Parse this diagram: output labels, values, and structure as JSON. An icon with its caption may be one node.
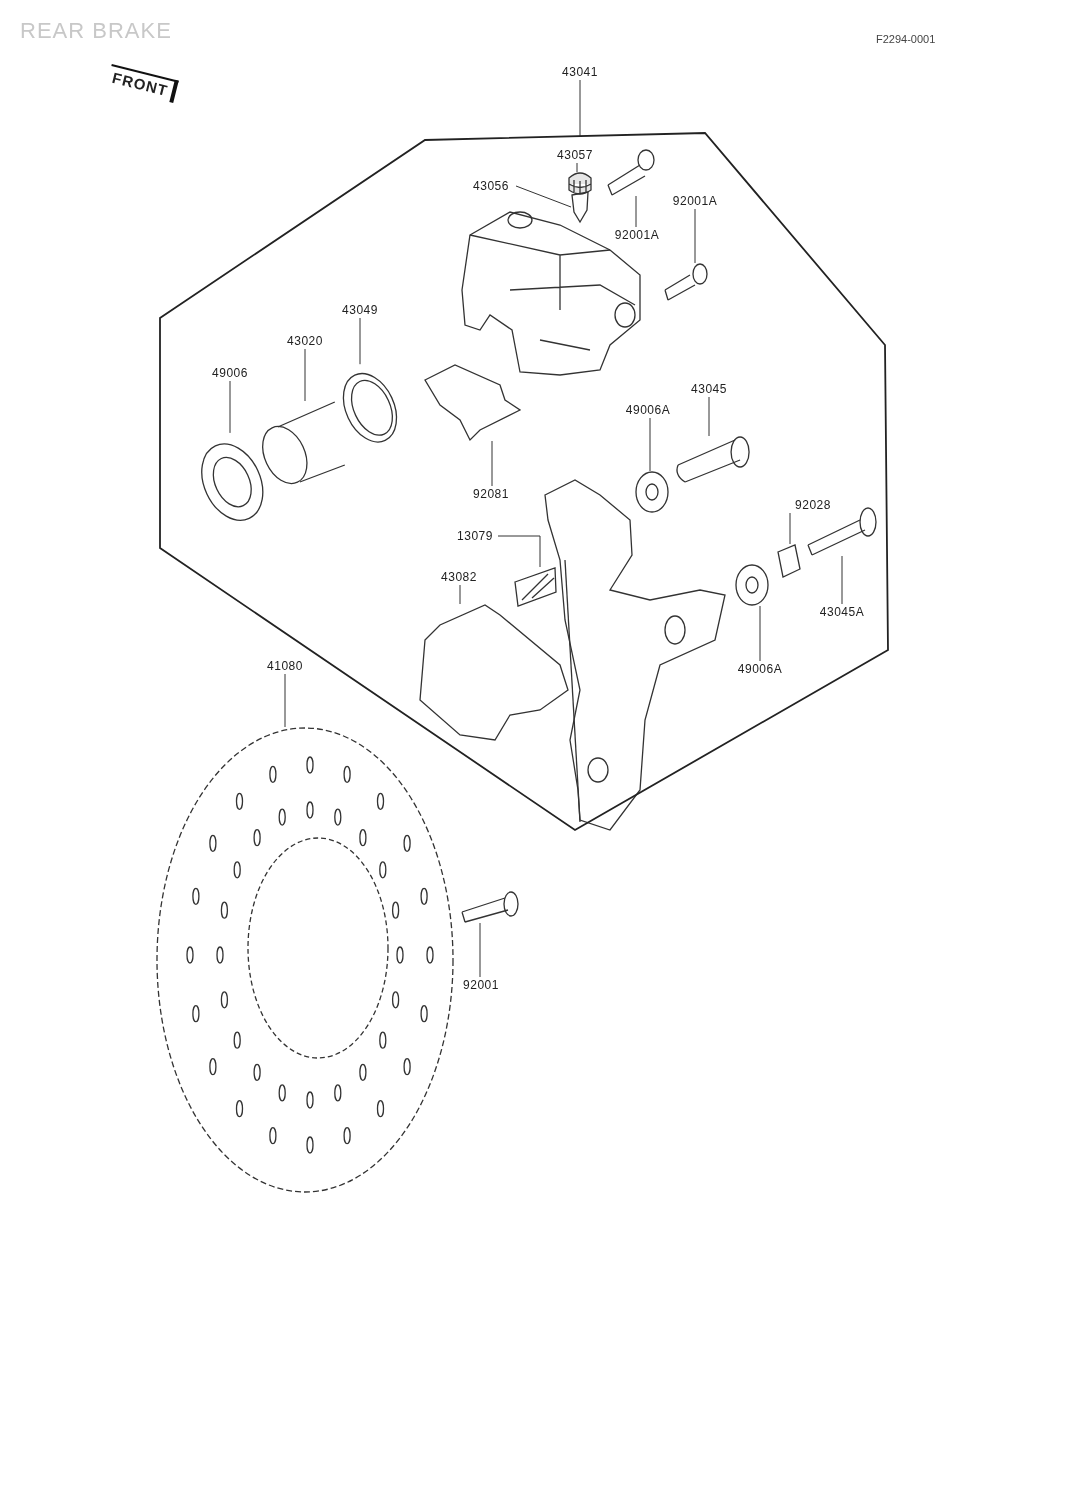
{
  "diagram": {
    "title": "REAR BRAKE",
    "nodes": [
      {
        "text": [],
        "shape": "hexagon"
      },
      {
        "text": [
          "43041"
        ]
      },
      {
        "text": [
          "43057"
        ],
        "in": 0
      },
      {
        "text": [
          "43056"
        ],
        "in": 0
      },
      {
        "text": [
          "92001A"
        ],
        "in": 0
      },
      {
        "text": [
          "92001A"
        ],
        "in": 0
      },
      {
        "text": [
          "43049"
        ],
        "in": 0
      },
      {
        "text": [
          "43020"
        ],
        "in": 0
      },
      {
        "text": [
          "49006"
        ],
        "in": 0
      },
      {
        "text": [
          "92081"
        ],
        "in": 0
      },
      {
        "text": [
          "43045"
        ],
        "in": 0
      },
      {
        "text": [
          "49006A"
        ],
        "in": 0
      },
      {
        "text": [
          "92028"
        ],
        "in": 0
      },
      {
        "text": [
          "13079"
        ],
        "in": 0
      },
      {
        "text": [
          "43082"
        ],
        "in": 0
      },
      {
        "text": [
          "43045A"
        ],
        "in": 0
      },
      {
        "text": [
          "49006A"
        ],
        "in": 0
      },
      {
        "text": [
          "41080"
        ]
      },
      {
        "text": [
          "92001"
        ]
      },
      {
        "text": [],
        "shape": "picture",
        "in": 0
      },
      {
        "text": [],
        "shape": "picture",
        "in": 0
      },
      {
        "text": [],
        "shape": "picture",
        "in": 0
      },
      {
        "text": [],
        "shape": "picture",
        "in": 0
      },
      {
        "text": [],
        "shape": "picture",
        "in": 0
      },
      {
        "text": [],
        "shape": "picture",
        "in": 0
      },
      {
        "text": [],
        "shape": "picture",
        "in": 0
      },
      {
        "text": [],
        "shape": "picture",
        "in": 0
      },
      {
        "text": [],
        "shape": "picture",
        "in": 0
      },
      {
        "text": [],
        "shape": "picture",
        "in": 0
      },
      {
        "text": [],
        "shape": "picture",
        "in": 0
      },
      {
        "text": [],
        "shape": "picture",
        "in": 0
      },
      {
        "text": [],
        "shape": "picture",
        "in": 0
      },
      {
        "text": [],
        "shape": "picture",
        "in": 0
      },
      {
        "text": [],
        "shape": "picture",
        "in": 0
      },
      {
        "text": [],
        "shape": "picture"
      },
      {
        "text": [],
        "shape": "picture"
      }
    ],
    "edges": [
      {
        "from": 1,
        "to": 0,
        "arrow": "none"
      },
      {
        "from": 2,
        "to": 19,
        "arrow": "none"
      },
      {
        "from": 3,
        "to": 20,
        "arrow": "none"
      },
      {
        "from": 4,
        "to": 21,
        "arrow": "none"
      },
      {
        "from": 5,
        "to": 22,
        "arrow": "none"
      },
      {
        "from": 6,
        "to": 23,
        "arrow": "none"
      },
      {
        "from": 7,
        "to": 24,
        "arrow": "none"
      },
      {
        "from": 8,
        "to": 25,
        "arrow": "none"
      },
      {
        "from": 9,
        "to": 26,
        "arrow": "none"
      },
      {
        "from": 10,
        "to": 27,
        "arrow": "none"
      },
      {
        "from": 11,
        "to": 28,
        "arrow": "none"
      },
      {
        "from": 12,
        "to": 29,
        "arrow": "none"
      },
      {
        "from": 13,
        "to": 30,
        "arrow": "none"
      },
      {
        "from": 14,
        "to": 31,
        "arrow": "none"
      },
      {
        "from": 15,
        "to": 32,
        "arrow": "none"
      },
      {
        "from": 16,
        "to": 33,
        "arrow": "none"
      },
      {
        "from": 17,
        "to": 34,
        "arrow": "none"
      },
      {
        "from": 18,
        "to": 35,
        "arrow": "none"
      }
    ],
    "labels": [
      "F2294-0001",
      "FRONT"
    ]
  }
}
